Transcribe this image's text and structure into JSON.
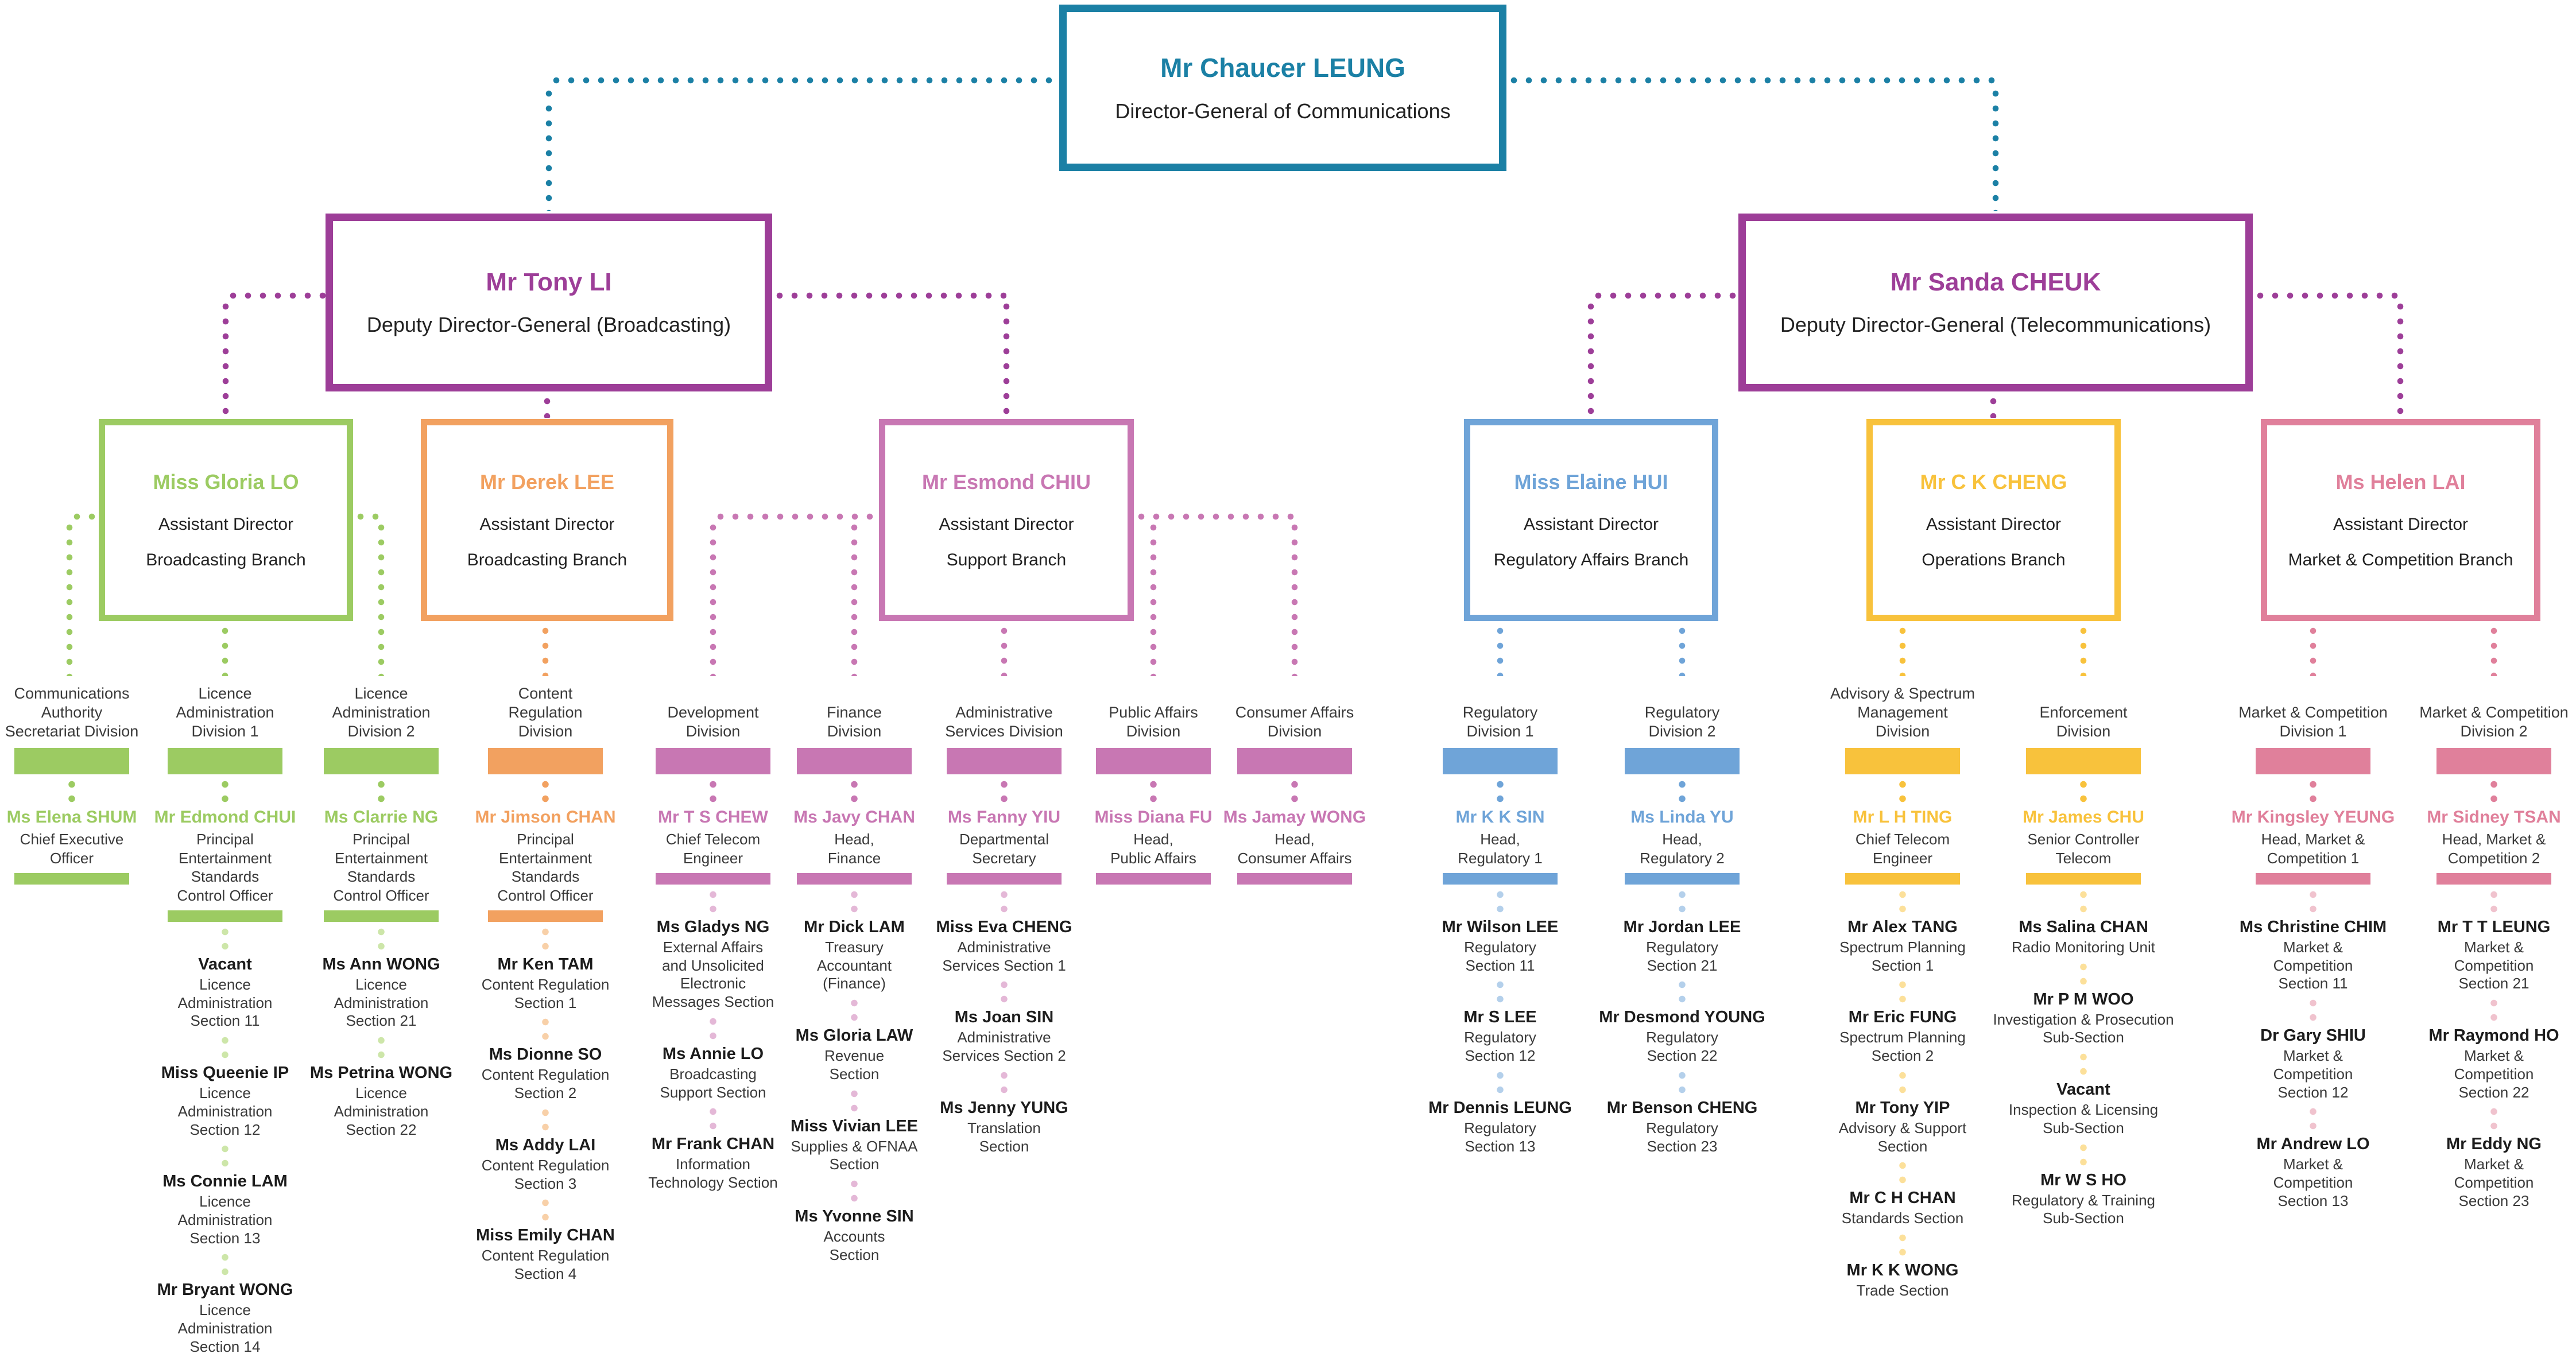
{
  "palette": {
    "teal": "#1B80A5",
    "purple": "#9D3E98",
    "green": "#9CCB62",
    "green-light": "#CDE6A9",
    "orange": "#F2A160",
    "orange-light": "#F8D0A8",
    "pink": "#C877B3",
    "pink-light": "#E4B8D7",
    "blue": "#6FA4D8",
    "blue-light": "#B4D0EB",
    "yellow": "#F8C23C",
    "yellow-light": "#FCE09A",
    "rose": "#E0809B",
    "rose-light": "#F0C3CE"
  },
  "dg": {
    "name": "Mr Chaucer LEUNG",
    "role": "Director-General of Communications"
  },
  "ddg": [
    {
      "name": "Mr Tony LI",
      "role": "Deputy Director-General (Broadcasting)"
    },
    {
      "name": "Mr Sanda CHEUK",
      "role": "Deputy Director-General (Telecommunications)"
    }
  ],
  "ads": [
    {
      "name": "Miss Gloria LO",
      "role": "Assistant Director",
      "branch": "Broadcasting Branch"
    },
    {
      "name": "Mr Derek LEE",
      "role": "Assistant Director",
      "branch": "Broadcasting Branch"
    },
    {
      "name": "Mr Esmond CHIU",
      "role": "Assistant Director",
      "branch": "Support Branch"
    },
    {
      "name": "Miss Elaine HUI",
      "role": "Assistant Director",
      "branch": "Regulatory Affairs Branch"
    },
    {
      "name": "Mr C K CHENG",
      "role": "Assistant Director",
      "branch": "Operations Branch"
    },
    {
      "name": "Ms Helen LAI",
      "role": "Assistant Director",
      "branch": "Market & Competition Branch"
    }
  ],
  "columns": [
    {
      "title": "Communications\nAuthority\nSecretariat Division",
      "officer": {
        "name": "Ms Elena SHUM",
        "role": "Chief Executive\nOfficer"
      },
      "staff": []
    },
    {
      "title": "Licence\nAdministration\nDivision 1",
      "officer": {
        "name": "Mr Edmond CHUI",
        "role": "Principal\nEntertainment\nStandards\nControl Officer"
      },
      "staff": [
        {
          "name": "Vacant",
          "role": "Licence\nAdministration\nSection 11"
        },
        {
          "name": "Miss Queenie IP",
          "role": "Licence\nAdministration\nSection 12"
        },
        {
          "name": "Ms Connie LAM",
          "role": "Licence\nAdministration\nSection 13"
        },
        {
          "name": "Mr Bryant WONG",
          "role": "Licence\nAdministration\nSection 14"
        }
      ]
    },
    {
      "title": "Licence\nAdministration\nDivision 2",
      "officer": {
        "name": "Ms Clarrie NG",
        "role": "Principal\nEntertainment\nStandards\nControl Officer"
      },
      "staff": [
        {
          "name": "Ms Ann WONG",
          "role": "Licence\nAdministration\nSection 21"
        },
        {
          "name": "Ms Petrina WONG",
          "role": "Licence\nAdministration\nSection 22"
        }
      ]
    },
    {
      "title": "Content\nRegulation\nDivision",
      "officer": {
        "name": "Mr Jimson CHAN",
        "role": "Principal\nEntertainment\nStandards\nControl Officer"
      },
      "staff": [
        {
          "name": "Mr Ken TAM",
          "role": "Content Regulation\nSection 1"
        },
        {
          "name": "Ms Dionne SO",
          "role": "Content Regulation\nSection 2"
        },
        {
          "name": "Ms Addy LAI",
          "role": "Content Regulation\nSection 3"
        },
        {
          "name": "Miss Emily CHAN",
          "role": "Content Regulation\nSection 4"
        }
      ]
    },
    {
      "title": "Development\nDivision",
      "officer": {
        "name": "Mr T S CHEW",
        "role": "Chief Telecom\nEngineer"
      },
      "staff": [
        {
          "name": "Ms Gladys NG",
          "role": "External Affairs\nand Unsolicited\nElectronic\nMessages Section"
        },
        {
          "name": "Ms Annie LO",
          "role": "Broadcasting\nSupport Section"
        },
        {
          "name": "Mr Frank CHAN",
          "role": "Information\nTechnology Section"
        }
      ]
    },
    {
      "title": "Finance\nDivision",
      "officer": {
        "name": "Ms Javy CHAN",
        "role": "Head,\nFinance"
      },
      "staff": [
        {
          "name": "Mr Dick LAM",
          "role": "Treasury\nAccountant\n(Finance)"
        },
        {
          "name": "Ms Gloria LAW",
          "role": "Revenue\nSection"
        },
        {
          "name": "Miss Vivian LEE",
          "role": "Supplies & OFNAA\nSection"
        },
        {
          "name": "Ms Yvonne SIN",
          "role": "Accounts\nSection"
        }
      ]
    },
    {
      "title": "Administrative\nServices Division",
      "officer": {
        "name": "Ms Fanny YIU",
        "role": "Departmental\nSecretary"
      },
      "staff": [
        {
          "name": "Miss Eva CHENG",
          "role": "Administrative\nServices Section 1"
        },
        {
          "name": "Ms Joan SIN",
          "role": "Administrative\nServices Section 2"
        },
        {
          "name": "Ms Jenny YUNG",
          "role": "Translation\nSection"
        }
      ]
    },
    {
      "title": "Public Affairs\nDivision",
      "officer": {
        "name": "Miss Diana FU",
        "role": "Head,\nPublic Affairs"
      },
      "staff": []
    },
    {
      "title": "Consumer Affairs\nDivision",
      "officer": {
        "name": "Ms Jamay WONG",
        "role": "Head,\nConsumer Affairs"
      },
      "staff": []
    },
    {
      "title": "Regulatory\nDivision 1",
      "officer": {
        "name": "Mr K K SIN",
        "role": "Head,\nRegulatory 1"
      },
      "staff": [
        {
          "name": "Mr Wilson LEE",
          "role": "Regulatory\nSection 11"
        },
        {
          "name": "Mr S LEE",
          "role": "Regulatory\nSection 12"
        },
        {
          "name": "Mr Dennis LEUNG",
          "role": "Regulatory\nSection 13"
        }
      ]
    },
    {
      "title": "Regulatory\nDivision 2",
      "officer": {
        "name": "Ms Linda YU",
        "role": "Head,\nRegulatory 2"
      },
      "staff": [
        {
          "name": "Mr Jordan LEE",
          "role": "Regulatory\nSection 21"
        },
        {
          "name": "Mr Desmond YOUNG",
          "role": "Regulatory\nSection 22"
        },
        {
          "name": "Mr Benson CHENG",
          "role": "Regulatory\nSection 23"
        }
      ]
    },
    {
      "title": "Advisory & Spectrum\nManagement\nDivision",
      "officer": {
        "name": "Mr L H TING",
        "role": "Chief Telecom\nEngineer"
      },
      "staff": [
        {
          "name": "Mr Alex TANG",
          "role": "Spectrum Planning\nSection 1"
        },
        {
          "name": "Mr Eric FUNG",
          "role": "Spectrum Planning\nSection 2"
        },
        {
          "name": "Mr Tony YIP",
          "role": "Advisory & Support\nSection"
        },
        {
          "name": "Mr C H CHAN",
          "role": "Standards Section"
        },
        {
          "name": "Mr K K WONG",
          "role": "Trade Section"
        }
      ]
    },
    {
      "title": "Enforcement\nDivision",
      "officer": {
        "name": "Mr James CHU",
        "role": "Senior Controller\nTelecom"
      },
      "staff": [
        {
          "name": "Ms Salina CHAN",
          "role": "Radio Monitoring Unit"
        },
        {
          "name": "Mr P M WOO",
          "role": "Investigation & Prosecution\nSub-Section"
        },
        {
          "name": "Vacant",
          "role": "Inspection & Licensing\nSub-Section"
        },
        {
          "name": "Mr W S HO",
          "role": "Regulatory & Training\nSub-Section"
        }
      ]
    },
    {
      "title": "Market & Competition\nDivision 1",
      "officer": {
        "name": "Mr Kingsley YEUNG",
        "role": "Head, Market &\nCompetition 1"
      },
      "staff": [
        {
          "name": "Ms Christine CHIM",
          "role": "Market &\nCompetition\nSection 11"
        },
        {
          "name": "Dr Gary SHIU",
          "role": "Market &\nCompetition\nSection 12"
        },
        {
          "name": "Mr Andrew LO",
          "role": "Market &\nCompetition\nSection 13"
        }
      ]
    },
    {
      "title": "Market & Competition\nDivision 2",
      "officer": {
        "name": "Mr Sidney TSAN",
        "role": "Head, Market &\nCompetition 2"
      },
      "staff": [
        {
          "name": "Mr T T LEUNG",
          "role": "Market &\nCompetition\nSection 21"
        },
        {
          "name": "Mr Raymond HO",
          "role": "Market &\nCompetition\nSection 22"
        },
        {
          "name": "Mr Eddy NG",
          "role": "Market &\nCompetition\nSection 23"
        }
      ]
    }
  ]
}
